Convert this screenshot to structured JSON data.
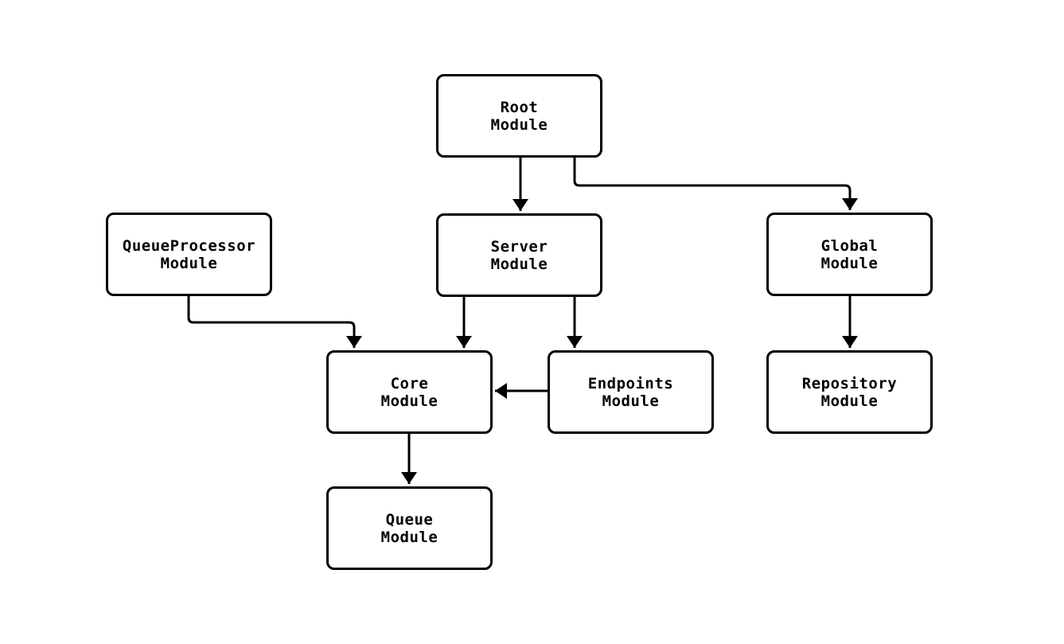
{
  "diagram": {
    "type": "module-dependency-flowchart",
    "colors": {
      "background": "#ffffff",
      "node_fill": "#ffffff",
      "stroke": "#000000",
      "text": "#000000"
    },
    "nodes": {
      "root": {
        "label": "Root\nModule"
      },
      "queueprocessor": {
        "label": "QueueProcessor\nModule"
      },
      "server": {
        "label": "Server\nModule"
      },
      "global": {
        "label": "Global\nModule"
      },
      "core": {
        "label": "Core\nModule"
      },
      "endpoints": {
        "label": "Endpoints\nModule"
      },
      "repository": {
        "label": "Repository\nModule"
      },
      "queue": {
        "label": "Queue\nModule"
      }
    },
    "edges": [
      {
        "from": "Root Module",
        "to": "Server Module"
      },
      {
        "from": "Root Module",
        "to": "Global Module"
      },
      {
        "from": "QueueProcessor Module",
        "to": "Core Module"
      },
      {
        "from": "Server Module",
        "to": "Core Module"
      },
      {
        "from": "Server Module",
        "to": "Endpoints Module"
      },
      {
        "from": "Endpoints Module",
        "to": "Core Module"
      },
      {
        "from": "Global Module",
        "to": "Repository Module"
      },
      {
        "from": "Core Module",
        "to": "Queue Module"
      }
    ]
  }
}
